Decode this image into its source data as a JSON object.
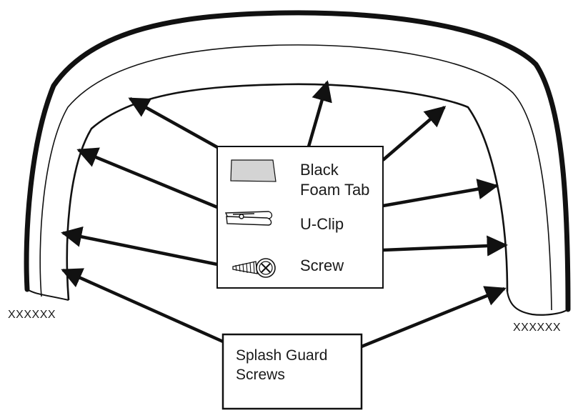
{
  "legend": {
    "items": [
      {
        "key": "black-foam-tab",
        "line1": "Black",
        "line2": "Foam Tab"
      },
      {
        "key": "u-clip",
        "line1": "U-Clip"
      },
      {
        "key": "screw",
        "line1": "Screw"
      }
    ]
  },
  "callout": {
    "line1": "Splash Guard",
    "line2": "Screws"
  },
  "edge_labels": {
    "left": "XXXXXX",
    "right": "XXXXXX"
  },
  "colors": {
    "stroke": "#111111",
    "foam_tab_fill": "#d4d4d4",
    "background": "#ffffff"
  }
}
